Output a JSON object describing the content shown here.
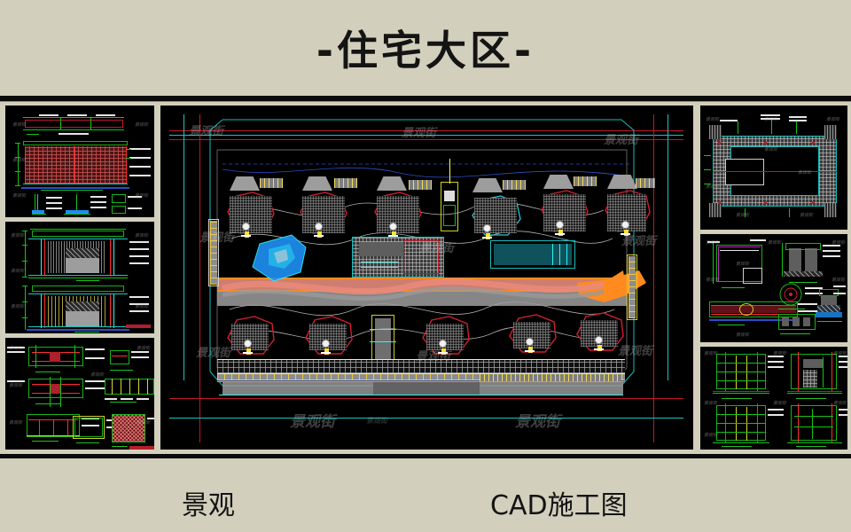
{
  "header": {
    "title": "-住宅大区-",
    "background_color": "#d2d0bd",
    "text_color": "#141414"
  },
  "footer": {
    "left_label": "景观",
    "right_label": "CAD施工图"
  },
  "watermark": {
    "text": "景观街",
    "color": "#d2d2d2"
  },
  "palette": {
    "page_background": "#d2d0bd",
    "rule": "#0b0b0b",
    "cad_background": "#000000",
    "red": "#c4162a",
    "green": "#14c414",
    "cyan": "#18c5c5",
    "yellow": "#d8d82a",
    "white": "#e8e8e8",
    "gray": "#9a9a9a",
    "blue": "#1e8ef0",
    "orange": "#ff8a20",
    "salmon": "#e98a7a",
    "magenta": "#c028c0"
  },
  "panels": {
    "main": {
      "name": "site-master-plan",
      "description": "住宅大区景观总平面图",
      "features": [
        "residential towers",
        "central water feature",
        "pedestrian paths",
        "parking deck",
        "perimeter road"
      ]
    },
    "left": [
      {
        "name": "detail-fence-elevation",
        "description": "围墙立面及剖面详图"
      },
      {
        "name": "detail-pavilion-elevation",
        "description": "景观亭立面详图"
      },
      {
        "name": "detail-plan-sections",
        "description": "平面及构造大样图"
      }
    ],
    "right": [
      {
        "name": "detail-courtyard-plan",
        "description": "铺装平面详图"
      },
      {
        "name": "detail-wall-sections",
        "description": "景墙剖面大样图"
      },
      {
        "name": "detail-elevations-grid",
        "description": "立面图四联"
      }
    ]
  },
  "plan_labels": {
    "node_count": 9,
    "scale_note": "",
    "north_note": ""
  }
}
